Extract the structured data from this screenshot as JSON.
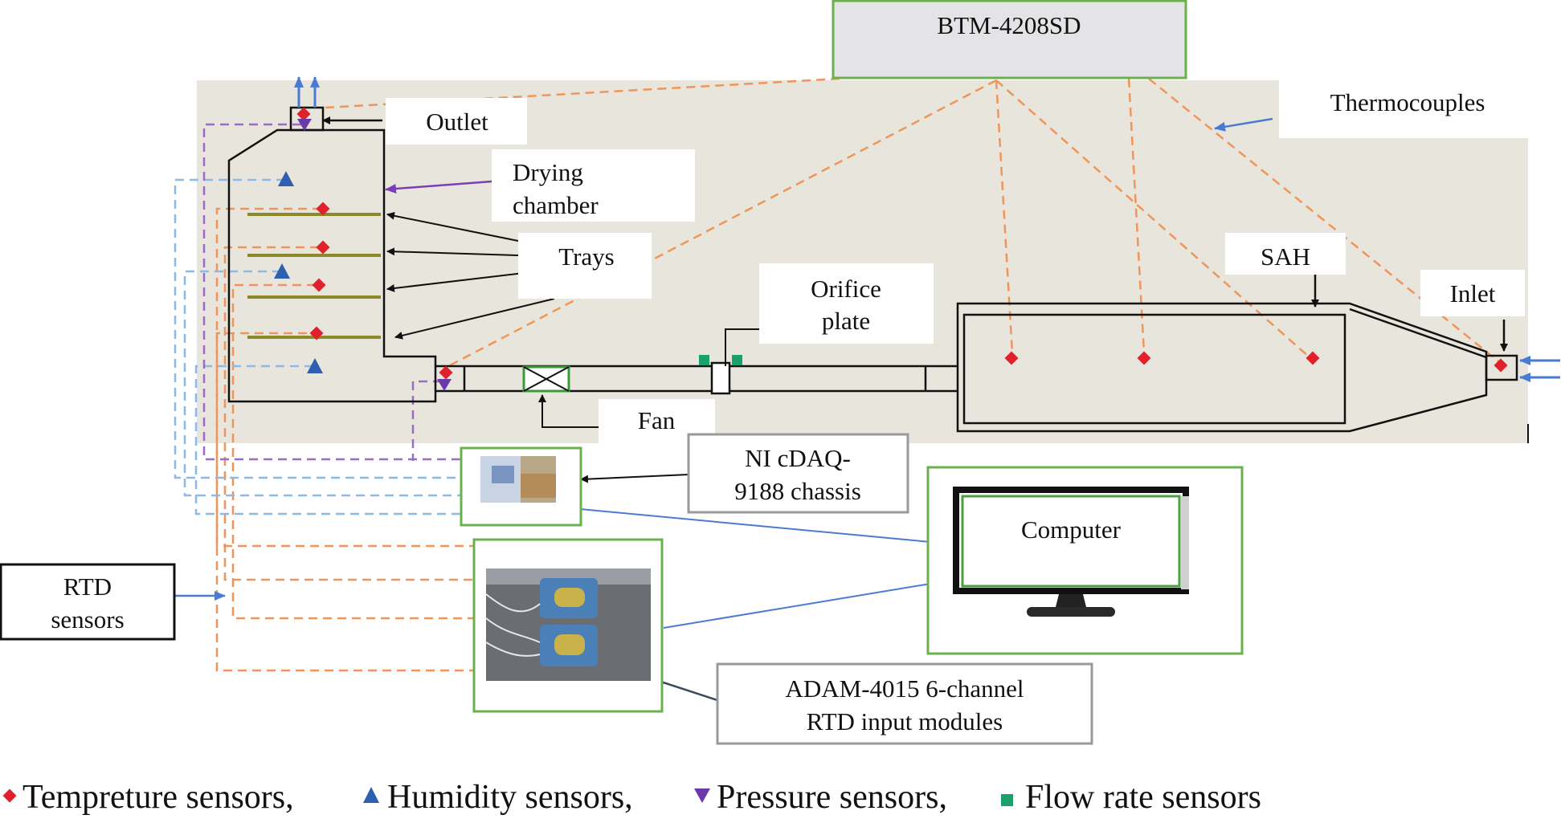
{
  "labels": {
    "logger": "BTM-4208SD",
    "thermocouples": "Thermocouples",
    "outlet": "Outlet",
    "drying_chamber_1": "Drying",
    "drying_chamber_2": "chamber",
    "trays": "Trays",
    "orifice_1": "Orifice",
    "orifice_2": "plate",
    "sah": "SAH",
    "inlet": "Inlet",
    "fan": "Fan",
    "ni_1": "NI cDAQ-",
    "ni_2": "9188 chassis",
    "computer": "Computer",
    "rtd_1": "RTD",
    "rtd_2": "sensors",
    "adam_1": "ADAM-4015 6-channel",
    "adam_2": "RTD input modules"
  },
  "legend": [
    {
      "symbol": "diamond",
      "text": "Tempreture sensors,",
      "color": "#e0202a"
    },
    {
      "symbol": "triangle-up",
      "text": "Humidity sensors,",
      "color": "#2f5fb0"
    },
    {
      "symbol": "triangle-down",
      "text": "Pressure sensors,",
      "color": "#6a3aa8"
    },
    {
      "symbol": "square",
      "text": "Flow rate sensors",
      "color": "#1aa06a"
    }
  ],
  "colors": {
    "background_panel": "#e8e6dc",
    "box_border_green": "#6ab04c",
    "box_border_gray": "#9a9a9a",
    "thermocouple_wire": "#f0955a",
    "rtd_wire": "#f0955a",
    "humidity_wire": "#8db9e8",
    "pressure_wire": "#9a6cc8",
    "signal_arrow": "#4a7bd0"
  }
}
